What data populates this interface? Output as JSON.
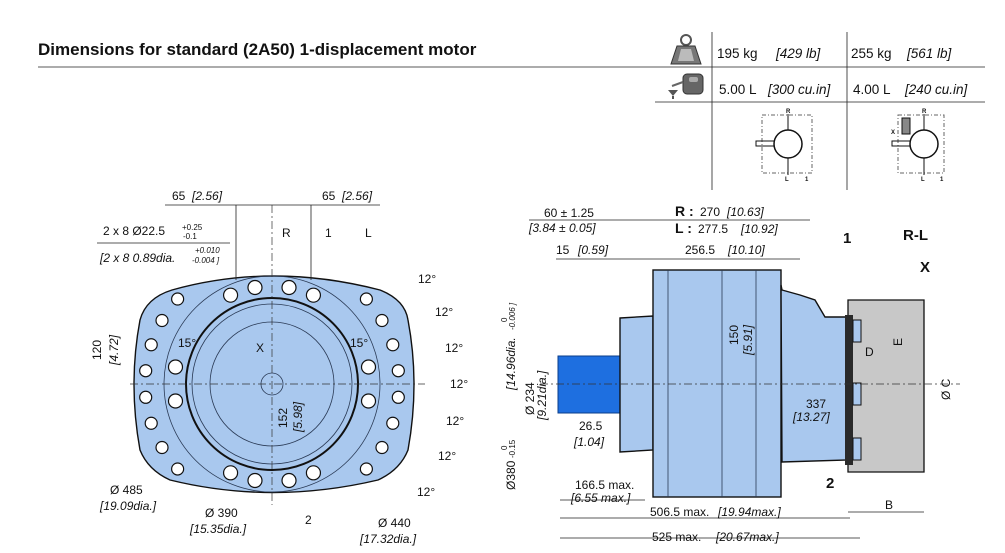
{
  "title": "Dimensions for standard (2A50) 1-displacement motor",
  "spec_table": {
    "rows": [
      {
        "icon": "weight-icon",
        "col1": "195 kg",
        "col1_imp": "[429 lb]",
        "col2": "255 kg",
        "col2_imp": "[561 lb]"
      },
      {
        "icon": "oil-can-icon",
        "col1": "5.00 L",
        "col1_imp": "[300 cu.in]",
        "col2": "4.00 L",
        "col2_imp": "[240 cu.in]"
      }
    ],
    "schematic_labels": {
      "r": "R",
      "l": "L",
      "one": "1",
      "x": "X"
    }
  },
  "front_view": {
    "dim_65_left": "65",
    "dim_65_left_imp": "[2.56]",
    "dim_65_right": "65",
    "dim_65_right_imp": "[2.56]",
    "holes": "2 x 8 Ø22.5",
    "holes_tol_plus": "+0.25",
    "holes_tol_minus": "-0.1",
    "holes_imp": "[2 x 8  0.89dia.",
    "holes_imp_tol_plus": "+0.010",
    "holes_imp_tol_minus": "-0.004 ]",
    "label_r": "R",
    "label_1": "1",
    "label_l": "L",
    "label_x": "X",
    "label_2": "2",
    "dim_120": "120",
    "dim_120_imp": "[4.72]",
    "angle_15": "15°",
    "dim_152": "152",
    "dim_152_imp": "[5.98]",
    "angle_12": "12°",
    "d485": "Ø 485",
    "d485_imp": "[19.09dia.]",
    "d390": "Ø 390",
    "d390_imp": "[15.35dia.]",
    "d440": "Ø 440",
    "d440_imp": "[17.32dia.]"
  },
  "side_view": {
    "dim_60": "60 ± 1.25",
    "dim_60_imp": "[3.84  ± 0.05]",
    "dim_r": "R :",
    "dim_r_val": "270",
    "dim_r_imp": "[10.63]",
    "dim_l": "L :",
    "dim_l_val": "277.5",
    "dim_l_imp": "[10.92]",
    "dim_15": "15",
    "dim_15_imp": "[0.59]",
    "dim_256": "256.5",
    "dim_256_imp": "[10.10]",
    "label_1": "1",
    "label_rl": "R-L",
    "label_x": "X",
    "label_2": "2",
    "dim_150": "150",
    "dim_150_imp": "[5.91]",
    "d234": "Ø 234",
    "d234_imp": "[9.21dia.]",
    "d380": "Ø380",
    "d380_tol": "-0.15",
    "d380_tol0": "0",
    "d380_imp": "[14.96dia.",
    "d380_imp_tol": "-0.006 ]",
    "d380_imp_tol0": "0",
    "dim_26": "26.5",
    "dim_26_imp": "[1.04]",
    "dim_337": "337",
    "dim_337_imp": "[13.27]",
    "dim_166": "166.5 max.",
    "dim_166_imp": "[6.55 max.]",
    "dim_506": "506.5 max.",
    "dim_506_imp": "[19.94max.]",
    "dim_525": "525 max.",
    "dim_525_imp": "[20.67max.]",
    "label_d": "D",
    "label_e": "E",
    "label_c": "Ø C",
    "label_b": "B"
  },
  "colors": {
    "body": "#a9c8ee",
    "shaft": "#1e6fe0",
    "brake": "#c8c8c8"
  }
}
